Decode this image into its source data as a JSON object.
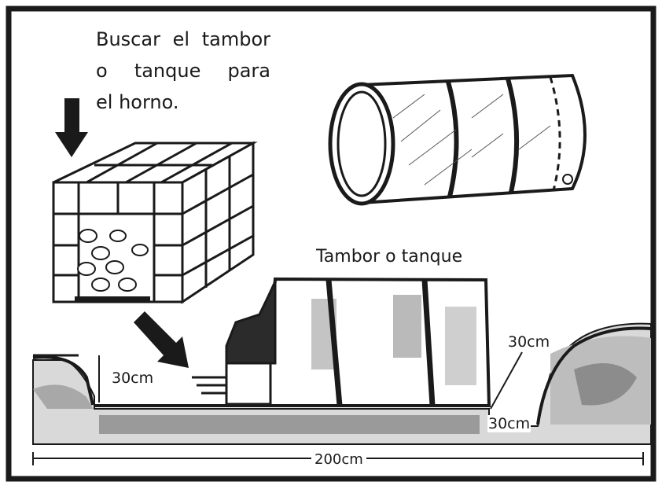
{
  "instructions": {
    "line1": "Buscar el tambor",
    "line2": "o tanque para",
    "line3": "el horno."
  },
  "labels": {
    "drum": "Tambor o tanque",
    "left_depth": "30cm",
    "right_upper": "30cm",
    "right_lower": "30cm",
    "total_width": "200cm"
  },
  "colors": {
    "frame": "#1a1a1a",
    "ink": "#1a1a1a",
    "ground_shade": "#9a9a9a",
    "fire_fill": "#2b2b2b"
  },
  "icons": [
    "down-arrow-icon",
    "diagonal-arrow-icon"
  ]
}
